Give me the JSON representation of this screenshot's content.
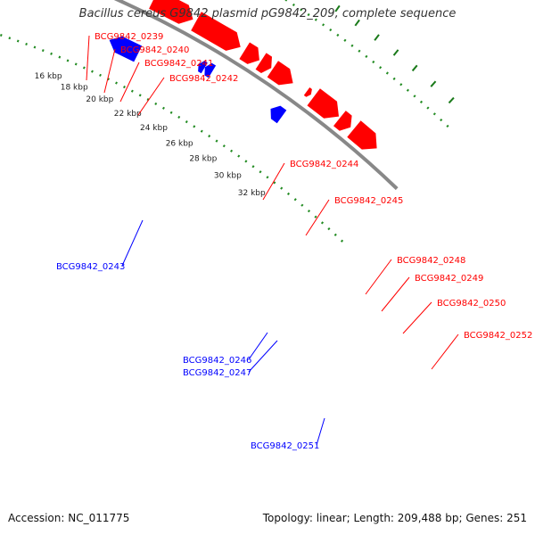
{
  "title": "Bacillus cereus G9842 plasmid pG9842_209, complete sequence",
  "footer": {
    "accession": "Accession: NC_011775",
    "summary": "Topology: linear; Length: 209,488 bp; Genes: 251"
  },
  "colors": {
    "forward": "#ff0000",
    "reverse": "#0000ff",
    "highlight": "#e8168a",
    "backbone": "#888888",
    "dots": "#228b22",
    "ticks": "#1a7a1a",
    "axis_text": "#222222"
  },
  "scale": {
    "ticks": [
      {
        "label": "16 kbp"
      },
      {
        "label": "18 kbp"
      },
      {
        "label": "20 kbp"
      },
      {
        "label": "22 kbp"
      },
      {
        "label": "24 kbp"
      },
      {
        "label": "26 kbp"
      },
      {
        "label": "28 kbp"
      },
      {
        "label": "30 kbp"
      },
      {
        "label": "32 kbp"
      }
    ]
  },
  "genes": [
    {
      "label": "BCG9842_0239",
      "strand": "forward"
    },
    {
      "label": "BCG9842_0240",
      "strand": "forward"
    },
    {
      "label": "BCG9842_0241",
      "strand": "forward"
    },
    {
      "label": "BCG9842_0242",
      "strand": "forward"
    },
    {
      "label": "BCG9842_0243",
      "strand": "reverse"
    },
    {
      "label": "BCG9842_0244",
      "strand": "forward"
    },
    {
      "label": "BCG9842_0245",
      "strand": "forward"
    },
    {
      "label": "BCG9842_0246",
      "strand": "reverse"
    },
    {
      "label": "BCG9842_0247",
      "strand": "reverse"
    },
    {
      "label": "BCG9842_0248",
      "strand": "forward"
    },
    {
      "label": "BCG9842_0249",
      "strand": "forward"
    },
    {
      "label": "BCG9842_0250",
      "strand": "forward"
    },
    {
      "label": "BCG9842_0251",
      "strand": "reverse"
    },
    {
      "label": "BCG9842_0252",
      "strand": "forward"
    }
  ]
}
